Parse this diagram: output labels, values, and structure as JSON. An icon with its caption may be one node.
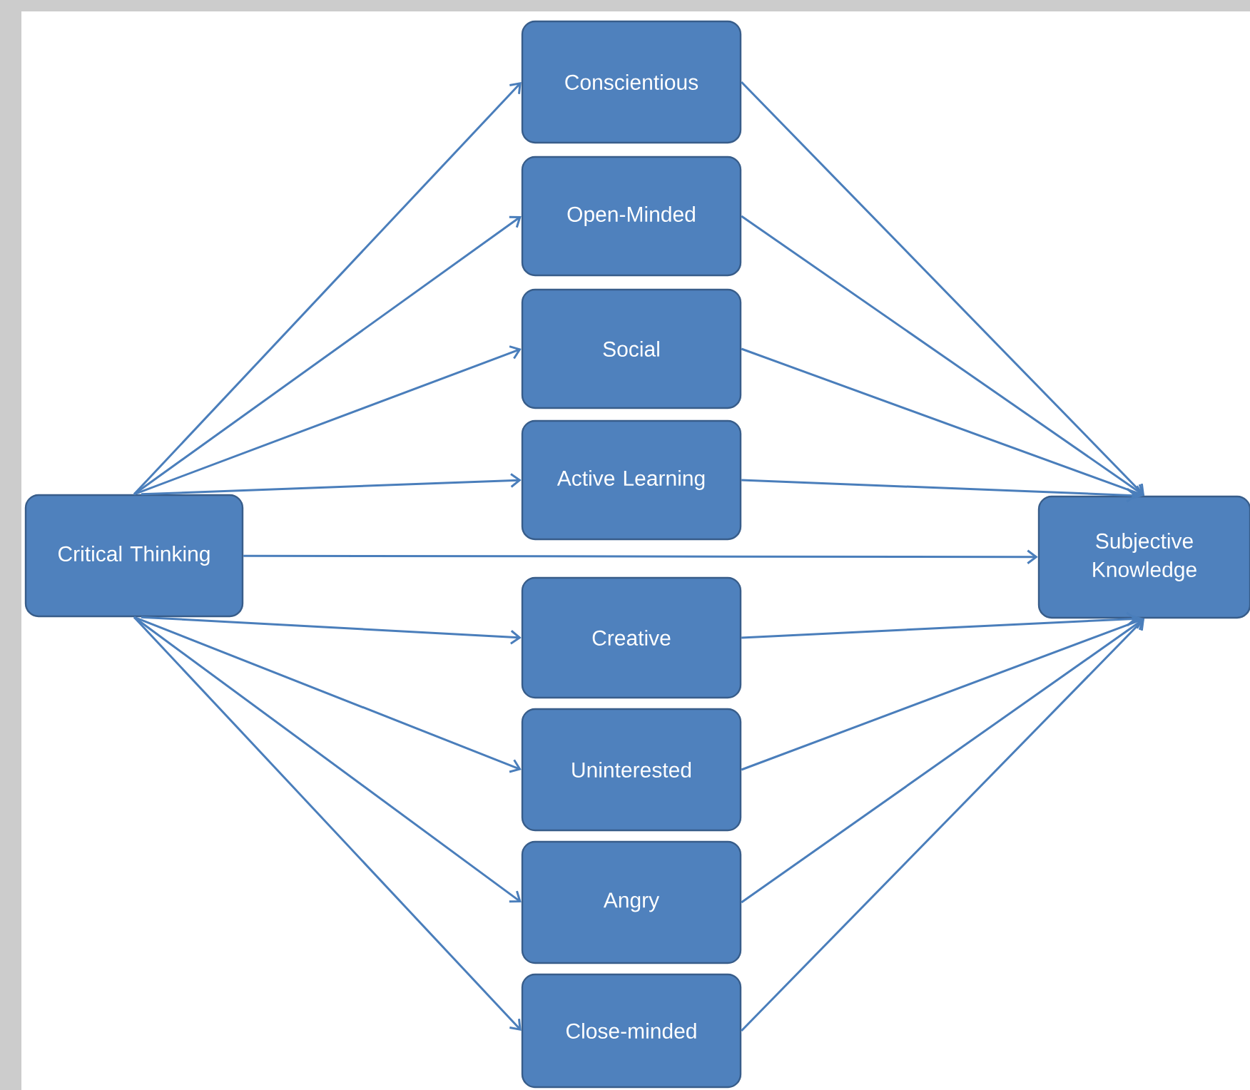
{
  "diagram": {
    "nodes": [
      {
        "text": [
          "Critical Thinking"
        ]
      },
      {
        "text": [
          "Conscientious"
        ]
      },
      {
        "text": [
          "Open-Minded"
        ]
      },
      {
        "text": [
          "Social"
        ]
      },
      {
        "text": [
          "Active Learning"
        ]
      },
      {
        "text": [
          "Creative"
        ]
      },
      {
        "text": [
          "Uninterested"
        ]
      },
      {
        "text": [
          "Angry"
        ]
      },
      {
        "text": [
          "Close-minded"
        ]
      },
      {
        "text": [
          "Subjective Knowledge"
        ]
      }
    ],
    "edges": [
      {
        "from": 0,
        "to": 1,
        "arrow": "to"
      },
      {
        "from": 0,
        "to": 2,
        "arrow": "to"
      },
      {
        "from": 0,
        "to": 3,
        "arrow": "to"
      },
      {
        "from": 0,
        "to": 4,
        "arrow": "to"
      },
      {
        "from": 0,
        "to": 9,
        "arrow": "to"
      },
      {
        "from": 0,
        "to": 5,
        "arrow": "to"
      },
      {
        "from": 0,
        "to": 6,
        "arrow": "to"
      },
      {
        "from": 0,
        "to": 7,
        "arrow": "to"
      },
      {
        "from": 0,
        "to": 8,
        "arrow": "to"
      },
      {
        "from": 1,
        "to": 9,
        "arrow": "to"
      },
      {
        "from": 2,
        "to": 9,
        "arrow": "to"
      },
      {
        "from": 3,
        "to": 9,
        "arrow": "to"
      },
      {
        "from": 4,
        "to": 9,
        "arrow": "to"
      },
      {
        "from": 5,
        "to": 9,
        "arrow": "to"
      },
      {
        "from": 6,
        "to": 9,
        "arrow": "to"
      },
      {
        "from": 7,
        "to": 9,
        "arrow": "to"
      },
      {
        "from": 8,
        "to": 9,
        "arrow": "to"
      }
    ]
  }
}
